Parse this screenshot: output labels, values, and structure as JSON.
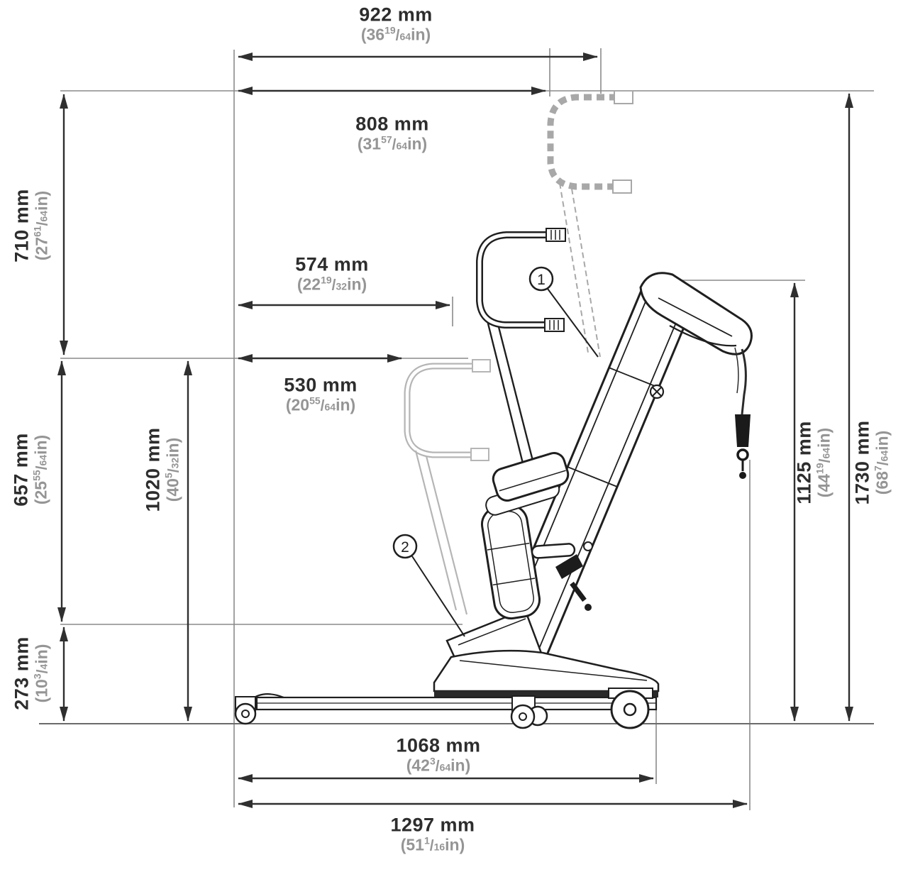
{
  "colors": {
    "line_art": "#1f1f1f",
    "dim_line": "#2f2f2f",
    "extension_line": "#8a8a8a",
    "mm_text": "#2d2d2d",
    "inch_text": "#959595",
    "ghost": "#a8a8a8"
  },
  "dims": {
    "d922": {
      "mm": "922 mm",
      "inch": {
        "pre": "(36",
        "num": "19",
        "slash": "/",
        "den": "64",
        "suf": "in)"
      }
    },
    "d808": {
      "mm": "808 mm",
      "inch": {
        "pre": "(31",
        "num": "57",
        "slash": "/",
        "den": "64",
        "suf": "in)"
      }
    },
    "d710": {
      "mm": "710 mm",
      "inch": {
        "pre": "(27",
        "num": "61",
        "slash": "/",
        "den": "64",
        "suf": "in)"
      }
    },
    "d574": {
      "mm": "574 mm",
      "inch": {
        "pre": "(22",
        "num": "19",
        "slash": "/",
        "den": "32",
        "suf": "in)"
      }
    },
    "d530": {
      "mm": "530 mm",
      "inch": {
        "pre": "(20",
        "num": "55",
        "slash": "/",
        "den": "64",
        "suf": "in)"
      }
    },
    "d657": {
      "mm": "657 mm",
      "inch": {
        "pre": "(25",
        "num": "55",
        "slash": "/",
        "den": "64",
        "suf": "in)"
      }
    },
    "d1020": {
      "mm": "1020 mm",
      "inch": {
        "pre": "(40",
        "num": "5",
        "slash": "/",
        "den": "32",
        "suf": "in)"
      }
    },
    "d273": {
      "mm": "273 mm",
      "inch": {
        "pre": "(10",
        "num": "3",
        "slash": "/",
        "den": "4",
        "suf": "in)"
      }
    },
    "d1125": {
      "mm": "1125 mm",
      "inch": {
        "pre": "(44",
        "num": "19",
        "slash": "/",
        "den": "64",
        "suf": "in)"
      }
    },
    "d1730": {
      "mm": "1730 mm",
      "inch": {
        "pre": "(68",
        "num": "7",
        "slash": "/",
        "den": "64",
        "suf": "in)"
      }
    },
    "d1068": {
      "mm": "1068 mm",
      "inch": {
        "pre": "(42",
        "num": "3",
        "slash": "/",
        "den": "64",
        "suf": "in)"
      }
    },
    "d1297": {
      "mm": "1297 mm",
      "inch": {
        "pre": "(51",
        "num": "1",
        "slash": "/",
        "den": "16",
        "suf": "in)"
      }
    }
  },
  "callouts": {
    "c1": "1",
    "c2": "2"
  }
}
